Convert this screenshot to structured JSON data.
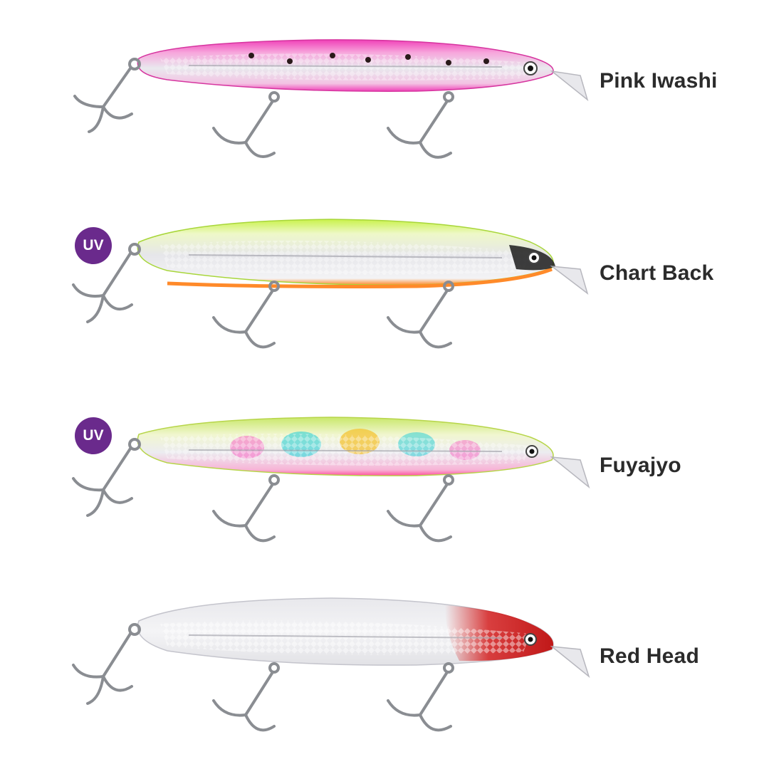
{
  "colors": {
    "background": "#ffffff",
    "label_text": "#2b2b2b",
    "uv_badge": "#6a2a8c",
    "hook_metal": "#8a8d92"
  },
  "lures": [
    {
      "name": "Pink Iwashi",
      "uv_badge": "",
      "back_color": "#f03fb8",
      "belly_color": "#f7a6dc",
      "accent": "#2a1a1a"
    },
    {
      "name": "Chart Back",
      "uv_badge": "UV",
      "back_color": "#c9f24a",
      "belly_color": "#ff8a2a",
      "accent": "#1c1c1c"
    },
    {
      "name": "Fuyajyo",
      "uv_badge": "UV",
      "back_color": "#c9e86a",
      "belly_color": "#ff4f9e",
      "accent": "#2fd0d6"
    },
    {
      "name": "Red Head",
      "uv_badge": "",
      "back_color": "#e8e8ec",
      "belly_color": "#f2f2f4",
      "accent": "#d41f1f"
    }
  ]
}
